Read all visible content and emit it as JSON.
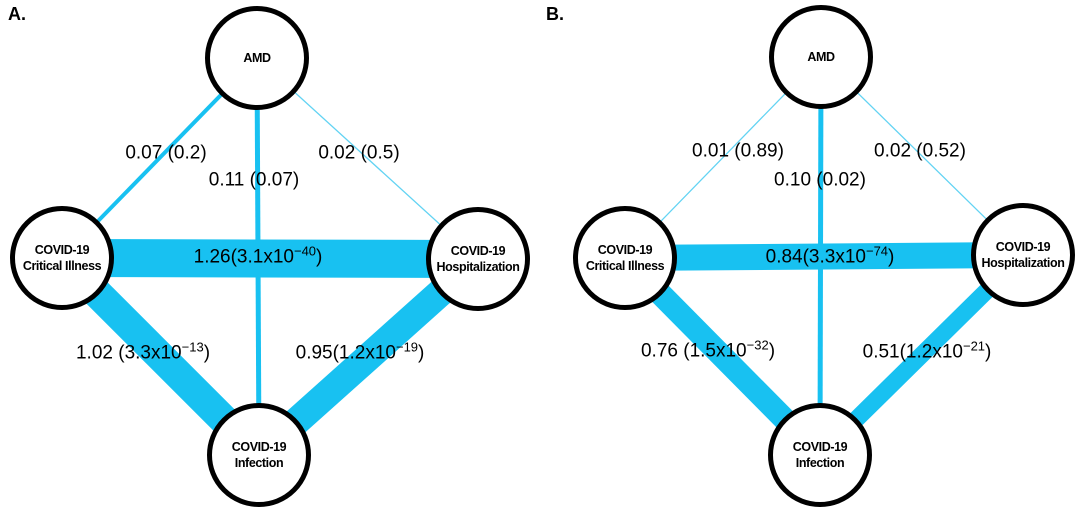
{
  "colors": {
    "edge": "#18c1f1",
    "edge_light": "#62d3f3",
    "node_border": "#000000",
    "node_fill": "#ffffff",
    "label_text": "#000000"
  },
  "panels": [
    {
      "label": "A.",
      "nodes": {
        "amd": {
          "line1": "AMD",
          "line2": ""
        },
        "critical": {
          "line1": "COVID-19",
          "line2": "Critical Illness"
        },
        "hosp": {
          "line1": "COVID-19",
          "line2": "Hospitalization"
        },
        "infection": {
          "line1": "COVID-19",
          "line2": "Infection"
        }
      },
      "edges": {
        "amd_critical": {
          "label": "0.07 (0.2)",
          "sup": "",
          "end": ""
        },
        "amd_infection": {
          "label": "0.11 (0.07)",
          "sup": "",
          "end": ""
        },
        "amd_hosp": {
          "label": "0.02 (0.5)",
          "sup": "",
          "end": ""
        },
        "critical_hosp": {
          "label": "1.26(3.1x10",
          "sup": "−40",
          "end": ")"
        },
        "critical_infection": {
          "label": "1.02 (3.3x10",
          "sup": "−13",
          "end": ")"
        },
        "hosp_infection": {
          "label": "0.95(1.2x10",
          "sup": "−19",
          "end": ")"
        }
      }
    },
    {
      "label": "B.",
      "nodes": {
        "amd": {
          "line1": "AMD",
          "line2": ""
        },
        "critical": {
          "line1": "COVID-19",
          "line2": "Critical Illness"
        },
        "hosp": {
          "line1": "COVID-19",
          "line2": "Hospitalization"
        },
        "infection": {
          "line1": "COVID-19",
          "line2": "Infection"
        }
      },
      "edges": {
        "amd_critical": {
          "label": "0.01 (0.89)",
          "sup": "",
          "end": ""
        },
        "amd_infection": {
          "label": "0.10 (0.02)",
          "sup": "",
          "end": ""
        },
        "amd_hosp": {
          "label": "0.02 (0.52)",
          "sup": "",
          "end": ""
        },
        "critical_hosp": {
          "label": "0.84(3.3x10",
          "sup": "−74",
          "end": ")"
        },
        "critical_infection": {
          "label": "0.76 (1.5x10",
          "sup": "−32",
          "end": ")"
        },
        "hosp_infection": {
          "label": "0.51(1.2x10",
          "sup": "−21",
          "end": ")"
        }
      }
    }
  ]
}
